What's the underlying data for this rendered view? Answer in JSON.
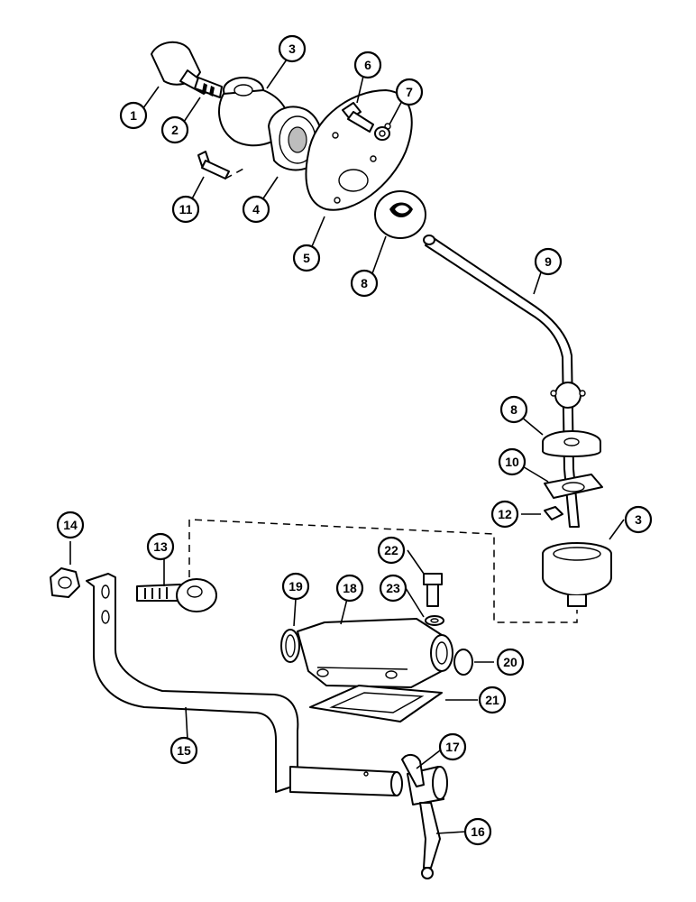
{
  "callouts": [
    {
      "id": "c1",
      "label": "1"
    },
    {
      "id": "c2",
      "label": "2"
    },
    {
      "id": "c3a",
      "label": "3"
    },
    {
      "id": "c4",
      "label": "4"
    },
    {
      "id": "c5",
      "label": "5"
    },
    {
      "id": "c6",
      "label": "6"
    },
    {
      "id": "c7",
      "label": "7"
    },
    {
      "id": "c8a",
      "label": "8"
    },
    {
      "id": "c9",
      "label": "9"
    },
    {
      "id": "c8b",
      "label": "8"
    },
    {
      "id": "c10",
      "label": "10"
    },
    {
      "id": "c11",
      "label": "11"
    },
    {
      "id": "c12",
      "label": "12"
    },
    {
      "id": "c3b",
      "label": "3"
    },
    {
      "id": "c13",
      "label": "13"
    },
    {
      "id": "c14",
      "label": "14"
    },
    {
      "id": "c15",
      "label": "15"
    },
    {
      "id": "c16",
      "label": "16"
    },
    {
      "id": "c17",
      "label": "17"
    },
    {
      "id": "c18",
      "label": "18"
    },
    {
      "id": "c19",
      "label": "19"
    },
    {
      "id": "c20",
      "label": "20"
    },
    {
      "id": "c21",
      "label": "21"
    },
    {
      "id": "c22",
      "label": "22"
    },
    {
      "id": "c23",
      "label": "23"
    }
  ]
}
